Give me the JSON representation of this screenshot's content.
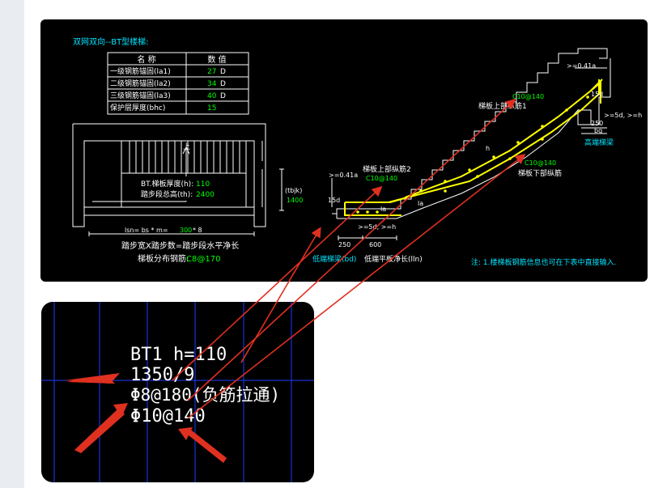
{
  "colors": {
    "accent_arrow": "#e03020",
    "cad_yellow": "#ffff00",
    "cad_green": "#00ff00",
    "cad_cyan": "#00e5ff",
    "grid_blue": "#1a3cff"
  },
  "top_panel": {
    "title": "双网双向--BT型楼梯:",
    "table": {
      "headers": [
        "名 称",
        "数 值"
      ],
      "rows": [
        {
          "name": "一级钢筋锚固(la1)",
          "value": "27",
          "unit": "D"
        },
        {
          "name": "二级钢筋锚固(la2)",
          "value": "34",
          "unit": "D"
        },
        {
          "name": "三级钢筋锚固(la3)",
          "value": "40",
          "unit": "D"
        },
        {
          "name": "保护层厚度(bhc)",
          "value": "15",
          "unit": ""
        }
      ]
    },
    "plan": {
      "thickness_label": "BT.梯板厚度(h):",
      "thickness_value": "110",
      "height_label": "踏步段总高(th):",
      "height_value": "2400",
      "up_mark": "上",
      "tbjk_label": "(tbjk)",
      "tbjk_value": "1400",
      "lsn_prefix": "lsn= bs * m=",
      "lsn_value": "300",
      "lsn_suffix": "* 8",
      "formula": "踏步宽X踏步数=踏步段水平净长",
      "dist_label": "梯板分布钢筋:",
      "dist_value": "C8@170"
    },
    "section": {
      "top_anchor": ">=0.41a",
      "top_bar": "C10@140",
      "upper_long_bar_1": "梯板上部纵筋1",
      "dim_15d_top": "15d",
      "dim_5d_top": ">=5d, >=h",
      "dim_250_top": "250",
      "dim_bg": "bg",
      "high_beam": "高端梯梁",
      "bottom_bar": "C10@140",
      "lower_long_bar": "梯板下部纵筋",
      "upper_long_bar_2": "梯板上部纵筋2",
      "left_anchor": ">=0.41a",
      "left_bar": "C10@140",
      "dim_15d_left": "15d",
      "dim_la_1": "la",
      "dim_la_2": "la",
      "dim_5d_left": ">=5d, >=h",
      "dim_250": "250",
      "dim_600": "600",
      "low_beam": "低端梯梁(bd)",
      "low_slab": "低端平板净长(lln)",
      "h_mark": "h",
      "note": "注: 1.楼梯板钢筋信息也可在下表中直接输入."
    }
  },
  "bottom_panel": {
    "line1": "BT1 h=110",
    "line2": "1350/9",
    "line3": "Φ8@180(负筋拉通)",
    "line4": "Φ10@140"
  }
}
